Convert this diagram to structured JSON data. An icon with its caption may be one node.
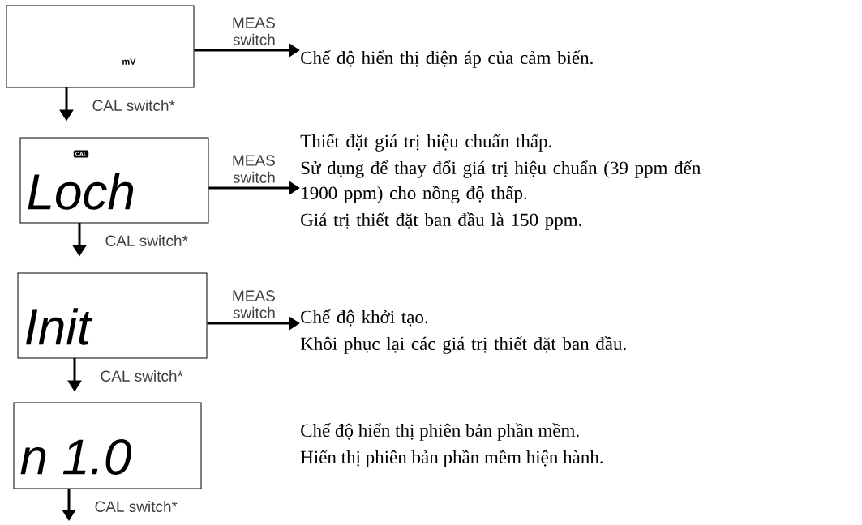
{
  "diagram": {
    "nodes": [
      {
        "text": [
          "mV"
        ]
      },
      {
        "text": [
          "Chế độ hiển thị điện áp của cảm biến."
        ]
      },
      {
        "text": [
          "CAL",
          "Loch"
        ]
      },
      {
        "text": [
          "Thiết đặt giá trị hiệu chuẩn thấp.",
          "Sử dụng để thay đổi giá trị hiệu chuẩn (39 ppm đến 1900 ppm) cho nồng độ thấp.",
          "Giá trị thiết đặt ban đầu là 150 ppm."
        ]
      },
      {
        "text": [
          "Init"
        ]
      },
      {
        "text": [
          "Chế độ khởi tạo.",
          "Khôi phục lại các giá trị thiết đặt ban đầu."
        ]
      },
      {
        "text": [
          "n 1.0"
        ]
      }
    ],
    "edges": [
      {
        "from": 0,
        "to": 2,
        "arrow": "to",
        "label": "CAL switch*"
      },
      {
        "from": 2,
        "to": 4,
        "arrow": "to",
        "label": "CAL switch*"
      },
      {
        "from": 4,
        "to": 6,
        "arrow": "to",
        "label": "CAL switch*"
      },
      {
        "from": 6,
        "to": null,
        "arrow": "to",
        "label": "CAL switch*"
      },
      {
        "from": 0,
        "to": 1,
        "arrow": "to",
        "label": "MEAS switch"
      },
      {
        "from": 2,
        "to": 3,
        "arrow": "to",
        "label": "MEAS switch"
      },
      {
        "from": 4,
        "to": 5,
        "arrow": "to",
        "label": "MEAS switch"
      }
    ],
    "labels": [
      "Chế độ hiển thị phiên bản phần mềm.",
      "Hiển thị phiên bản phần mềm hiện hành."
    ]
  }
}
